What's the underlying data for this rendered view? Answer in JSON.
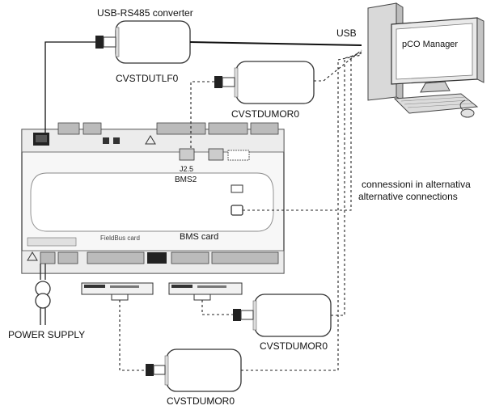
{
  "labels": {
    "converter_title": "USB-RS485 converter",
    "converter_code": "CVSTDUTLF0",
    "usb": "USB",
    "pc": "pCO Manager",
    "module_top": "CVSTDUMOR0",
    "module_right": "CVSTDUMOR0",
    "module_bottom": "CVSTDUMOR0",
    "alt_it": "connessioni in alternativa",
    "alt_en": "alternative connections",
    "power": "POWER SUPPLY",
    "bms2": "BMS2",
    "bms2_pins": "J2.5",
    "bms_card": "BMS card",
    "fieldbus_card": "FieldBus card"
  }
}
